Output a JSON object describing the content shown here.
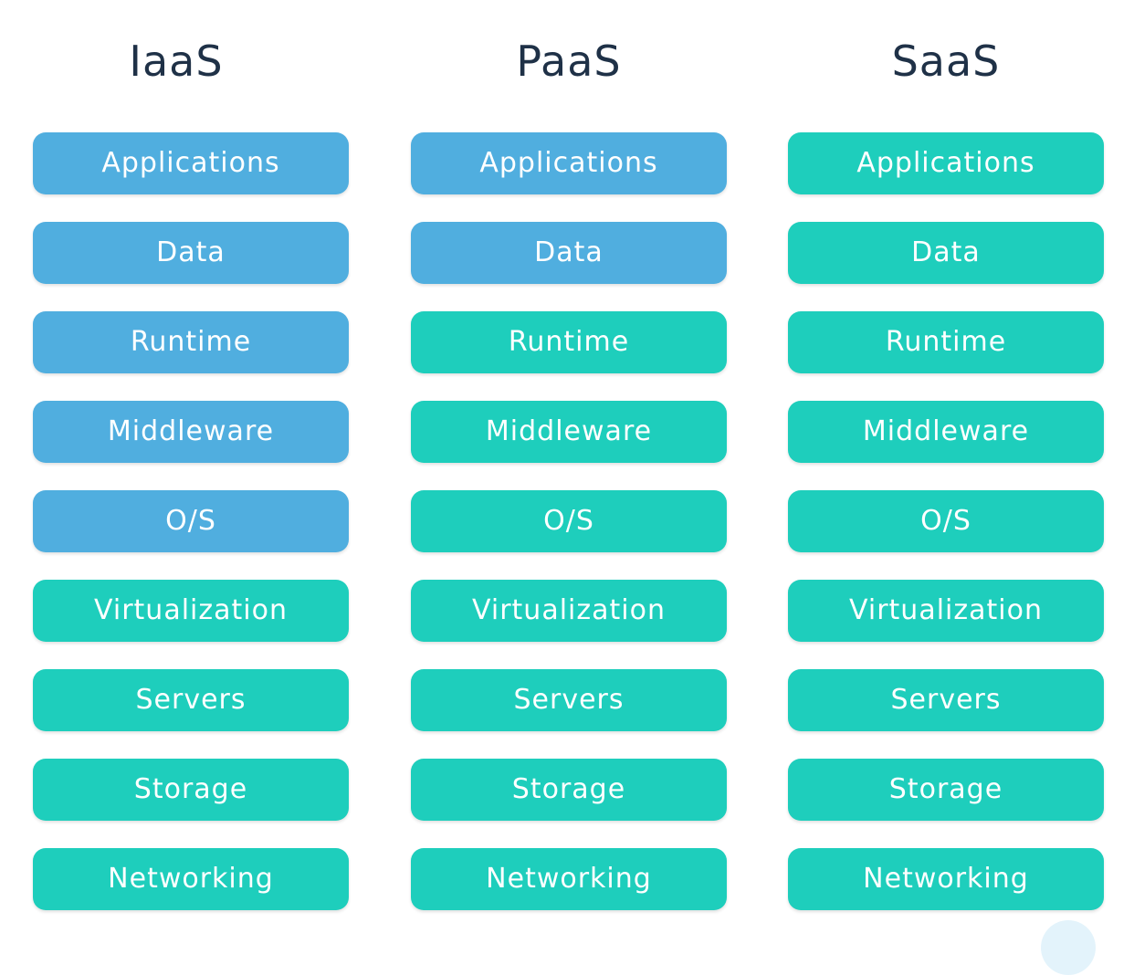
{
  "colors": {
    "user_managed": "#50aedf",
    "vendor_managed": "#1ecebc",
    "title": "#1f3147"
  },
  "columns": [
    {
      "title": "IaaS",
      "layers": [
        {
          "label": "Applications",
          "managed_by": "user"
        },
        {
          "label": "Data",
          "managed_by": "user"
        },
        {
          "label": "Runtime",
          "managed_by": "user"
        },
        {
          "label": "Middleware",
          "managed_by": "user"
        },
        {
          "label": "O/S",
          "managed_by": "user"
        },
        {
          "label": "Virtualization",
          "managed_by": "vendor"
        },
        {
          "label": "Servers",
          "managed_by": "vendor"
        },
        {
          "label": "Storage",
          "managed_by": "vendor"
        },
        {
          "label": "Networking",
          "managed_by": "vendor"
        }
      ]
    },
    {
      "title": "PaaS",
      "layers": [
        {
          "label": "Applications",
          "managed_by": "user"
        },
        {
          "label": "Data",
          "managed_by": "user"
        },
        {
          "label": "Runtime",
          "managed_by": "vendor"
        },
        {
          "label": "Middleware",
          "managed_by": "vendor"
        },
        {
          "label": "O/S",
          "managed_by": "vendor"
        },
        {
          "label": "Virtualization",
          "managed_by": "vendor"
        },
        {
          "label": "Servers",
          "managed_by": "vendor"
        },
        {
          "label": "Storage",
          "managed_by": "vendor"
        },
        {
          "label": "Networking",
          "managed_by": "vendor"
        }
      ]
    },
    {
      "title": "SaaS",
      "layers": [
        {
          "label": "Applications",
          "managed_by": "vendor"
        },
        {
          "label": "Data",
          "managed_by": "vendor"
        },
        {
          "label": "Runtime",
          "managed_by": "vendor"
        },
        {
          "label": "Middleware",
          "managed_by": "vendor"
        },
        {
          "label": "O/S",
          "managed_by": "vendor"
        },
        {
          "label": "Virtualization",
          "managed_by": "vendor"
        },
        {
          "label": "Servers",
          "managed_by": "vendor"
        },
        {
          "label": "Storage",
          "managed_by": "vendor"
        },
        {
          "label": "Networking",
          "managed_by": "vendor"
        }
      ]
    }
  ]
}
